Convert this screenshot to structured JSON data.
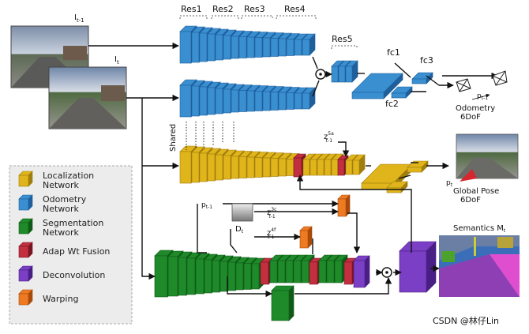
{
  "colors": {
    "blue": "#3a8fd0",
    "blue_dark": "#1f5f9c",
    "gold": "#e0b51c",
    "gold_dark": "#a07d0c",
    "green": "#1f8a2a",
    "green_dark": "#0f5a17",
    "red": "#c23040",
    "red_dark": "#7a1522",
    "purple": "#7a3fc4",
    "purple_dark": "#4a1f85",
    "orange": "#ee7a22",
    "orange_dark": "#a84a0b"
  },
  "labels": {
    "img_prev": "I",
    "img_prev_sub": "t-1",
    "img_cur": "I",
    "img_cur_sub": "t",
    "res1": "Res1",
    "res2": "Res2",
    "res3": "Res3",
    "res4": "Res4",
    "res5": "Res5",
    "fc1": "fc1",
    "fc2": "fc2",
    "fc3": "fc3",
    "shared": "Shared",
    "pose_prev": "p",
    "pose_prev_sub": "t-1",
    "odometry": "Odometry",
    "odometry_dof": "6DoF",
    "pt": "p",
    "pt_sub": "t",
    "global_pose": "Global Pose",
    "global_dof": "6DoF",
    "z5a": "z",
    "z5a_sup": "5a",
    "z5a_sub": "t-1",
    "p_in": "p",
    "p_in_sub": "t-1",
    "depth": "D",
    "depth_sub": "t",
    "z3c": "z",
    "z3c_sup": "3c",
    "z3c_sub": "t-1",
    "z4f": "z",
    "z4f_sup": "4f",
    "z4f_sub": "t-1",
    "semantics": "Semantics  M",
    "semantics_sub": "t",
    "watermark": "CSDN @林仔Lin"
  },
  "legend": [
    {
      "label": "Localization Network",
      "lines": [
        "Localization",
        "Network"
      ],
      "color": "gold"
    },
    {
      "label": "Odometry Network",
      "lines": [
        "Odometry",
        "Network"
      ],
      "color": "blue"
    },
    {
      "label": "Segmentation Network",
      "lines": [
        "Segmentation",
        "Network"
      ],
      "color": "green"
    },
    {
      "label": "Adap Wt Fusion",
      "lines": [
        "Adap Wt Fusion"
      ],
      "color": "red"
    },
    {
      "label": "Deconvolution",
      "lines": [
        "Deconvolution"
      ],
      "color": "purple"
    },
    {
      "label": "Warping",
      "lines": [
        "Warping"
      ],
      "color": "orange"
    }
  ]
}
